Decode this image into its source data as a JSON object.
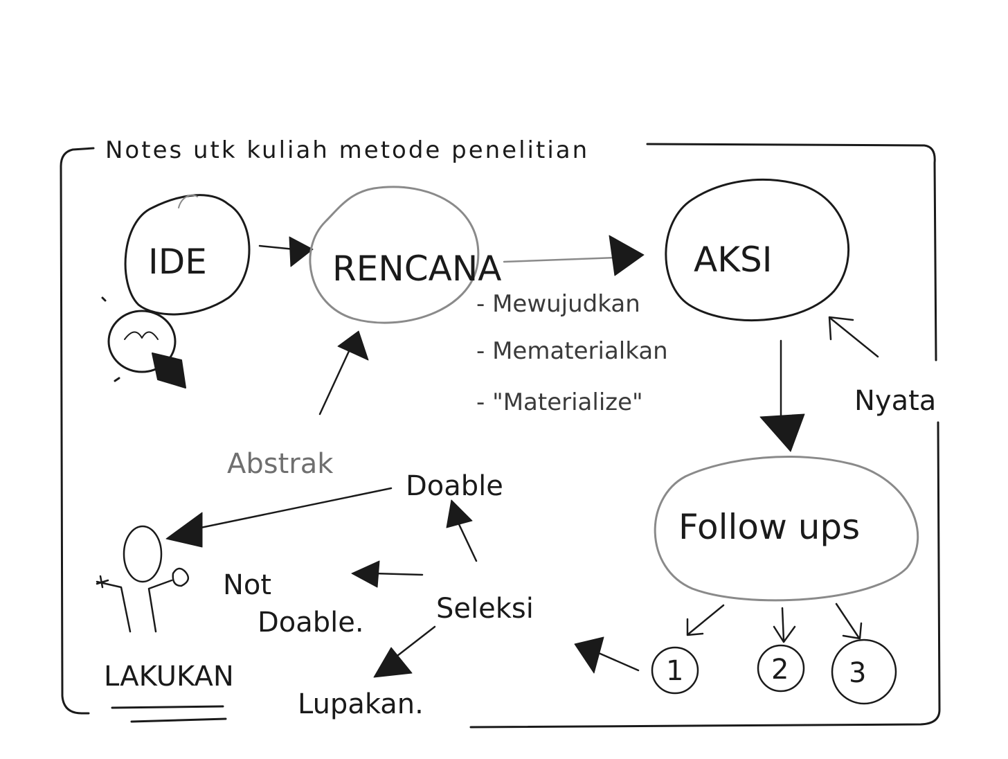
{
  "title": "Notes utk kuliah metode penelitian",
  "nodes": {
    "ide": "IDE",
    "rencana": "RENCANA",
    "aksi": "AKSI",
    "follow_ups": "Follow ups"
  },
  "notes": {
    "items": [
      "- Mewujudkan",
      "- Mematerialkan",
      "- \"Materialize\""
    ],
    "abstrak": "Abstrak",
    "nyata": "Nyata"
  },
  "decision": {
    "doable": "Doable",
    "not_doable_line1": "Not",
    "not_doable_line2": "Doable.",
    "seleksi": "Seleksi",
    "lakukan": "LAKUKAN",
    "lupakan": "Lupakan."
  },
  "follow_up_numbers": [
    "1",
    "2",
    "3"
  ]
}
